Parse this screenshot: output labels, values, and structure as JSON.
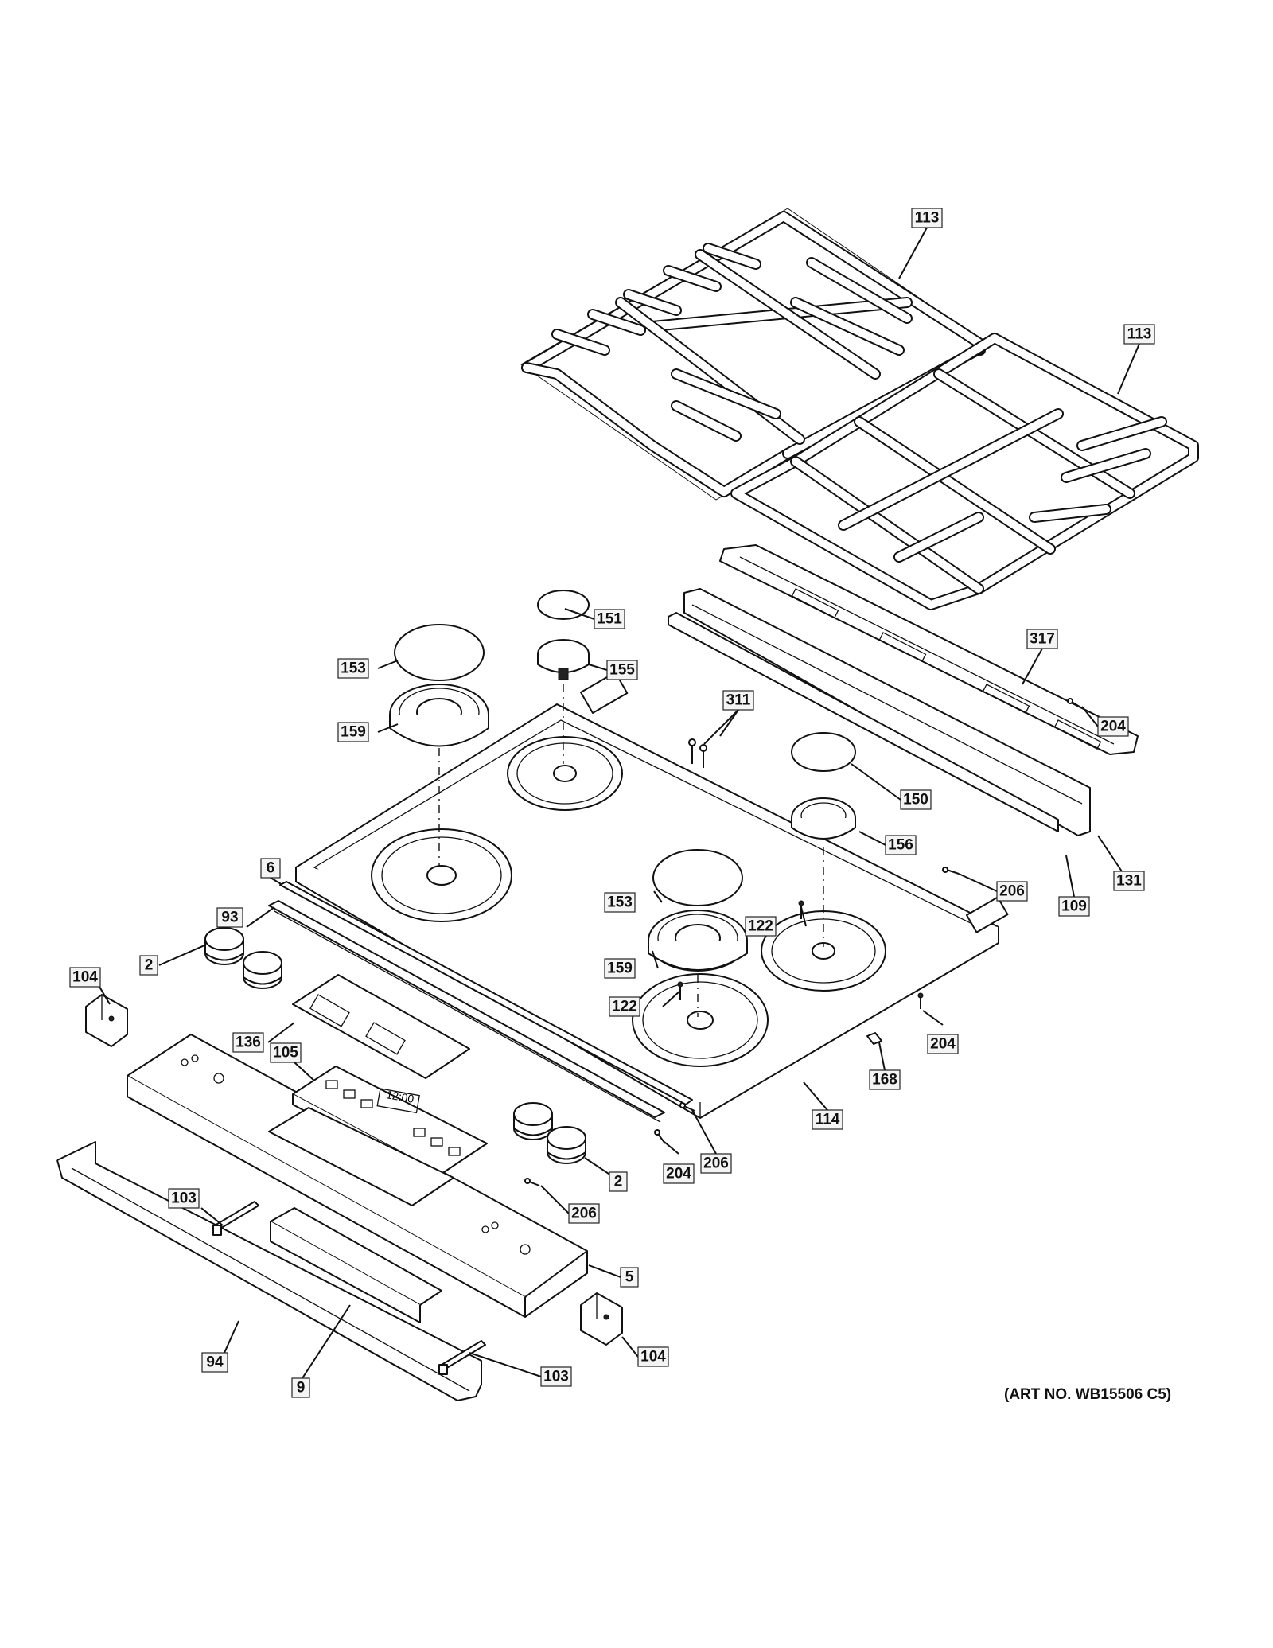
{
  "art_number": "(ART NO. WB15506 C5)",
  "callouts": [
    {
      "id": "c113a",
      "label": "113"
    },
    {
      "id": "c113b",
      "label": "113"
    },
    {
      "id": "c151",
      "label": "151"
    },
    {
      "id": "c153a",
      "label": "153"
    },
    {
      "id": "c155",
      "label": "155"
    },
    {
      "id": "c317",
      "label": "317"
    },
    {
      "id": "c311",
      "label": "311"
    },
    {
      "id": "c204a",
      "label": "204"
    },
    {
      "id": "c159a",
      "label": "159"
    },
    {
      "id": "c150",
      "label": "150"
    },
    {
      "id": "c156",
      "label": "156"
    },
    {
      "id": "c131",
      "label": "131"
    },
    {
      "id": "c6",
      "label": "6"
    },
    {
      "id": "c206a",
      "label": "206"
    },
    {
      "id": "c153b",
      "label": "153"
    },
    {
      "id": "c109",
      "label": "109"
    },
    {
      "id": "c93",
      "label": "93"
    },
    {
      "id": "c122a",
      "label": "122"
    },
    {
      "id": "c104a",
      "label": "104"
    },
    {
      "id": "c2a",
      "label": "2"
    },
    {
      "id": "c159b",
      "label": "159"
    },
    {
      "id": "c122b",
      "label": "122"
    },
    {
      "id": "c136",
      "label": "136"
    },
    {
      "id": "c204b",
      "label": "204"
    },
    {
      "id": "c105",
      "label": "105"
    },
    {
      "id": "c168",
      "label": "168"
    },
    {
      "id": "c114",
      "label": "114"
    },
    {
      "id": "c206b",
      "label": "206"
    },
    {
      "id": "c204c",
      "label": "204"
    },
    {
      "id": "c2b",
      "label": "2"
    },
    {
      "id": "c103a",
      "label": "103"
    },
    {
      "id": "c206c",
      "label": "206"
    },
    {
      "id": "c5",
      "label": "5"
    },
    {
      "id": "c94",
      "label": "94"
    },
    {
      "id": "c104b",
      "label": "104"
    },
    {
      "id": "c9",
      "label": "9"
    },
    {
      "id": "c103b",
      "label": "103"
    }
  ],
  "display_text": "12:00"
}
